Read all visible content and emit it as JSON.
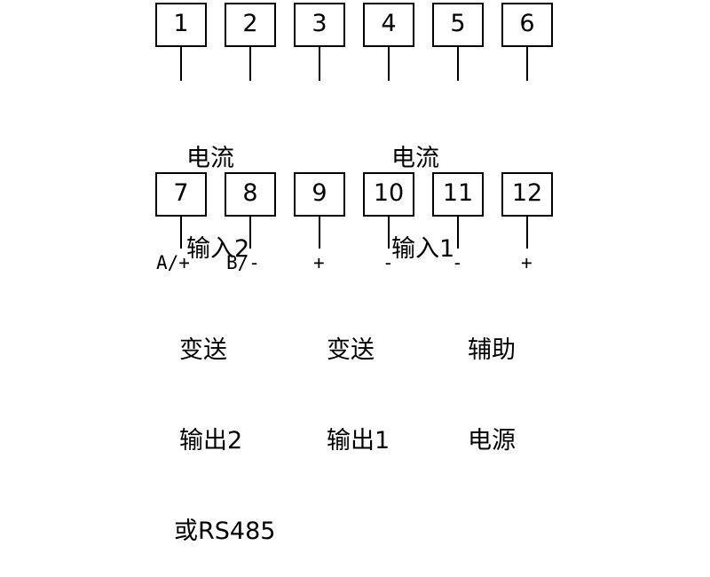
{
  "terminals": {
    "t1": "1",
    "t2": "2",
    "t3": "3",
    "t4": "4",
    "t5": "5",
    "t6": "6",
    "t7": "7",
    "t8": "8",
    "t9": "9",
    "t10": "10",
    "t11": "11",
    "t12": "12"
  },
  "signs": {
    "t7": "A/+",
    "t8": "B/-",
    "t9": "+",
    "t10": "-",
    "t11": "-",
    "t12": "+"
  },
  "labels": {
    "current_input_2": [
      "电流",
      "输入2"
    ],
    "current_input_1": [
      "电流",
      "输入1"
    ],
    "transmit_output_2": [
      "变送",
      "输出2",
      "或RS485"
    ],
    "transmit_output_1": [
      "变送",
      "输出1"
    ],
    "aux_power": [
      "辅助",
      "电源"
    ]
  }
}
